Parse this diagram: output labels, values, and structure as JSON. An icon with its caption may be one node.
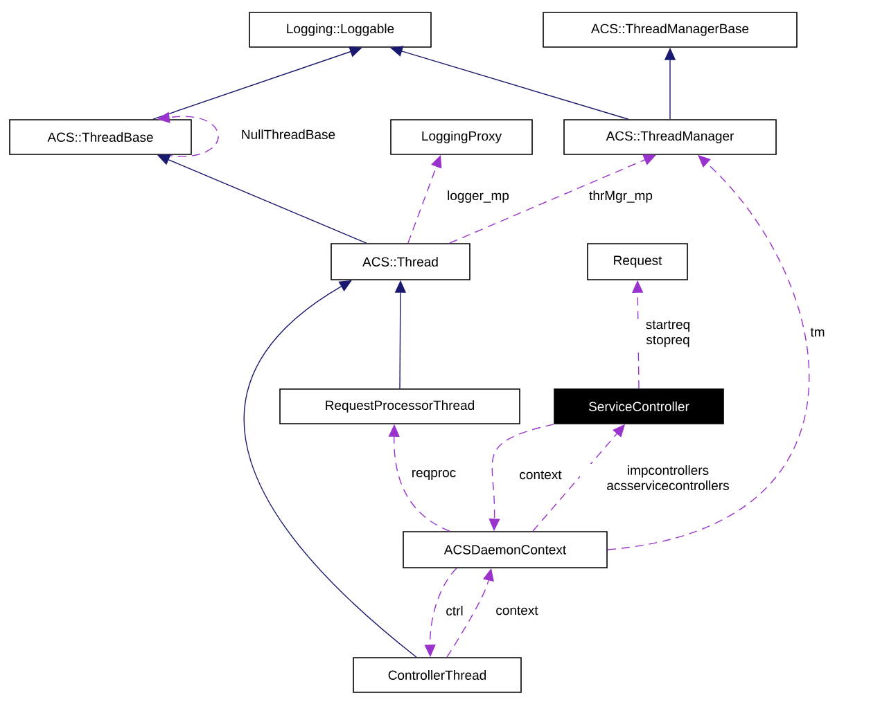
{
  "diagram": {
    "nodes": [
      {
        "text": [
          "Logging::Loggable"
        ]
      },
      {
        "text": [
          "ACS::ThreadManagerBase"
        ]
      },
      {
        "text": [
          "ACS::ThreadBase"
        ]
      },
      {
        "text": [
          "LoggingProxy"
        ]
      },
      {
        "text": [
          "ACS::ThreadManager"
        ]
      },
      {
        "text": [
          "ACS::Thread"
        ]
      },
      {
        "text": [
          "Request"
        ]
      },
      {
        "text": [
          "RequestProcessorThread"
        ]
      },
      {
        "text": [
          "ServiceController"
        ]
      },
      {
        "text": [
          "ACSDaemonContext"
        ]
      },
      {
        "text": [
          "ControllerThread"
        ]
      }
    ],
    "edges": [
      {
        "from": 2,
        "to": 0,
        "arrow": "to",
        "color": "#191970"
      },
      {
        "from": 4,
        "to": 0,
        "arrow": "to",
        "color": "#191970"
      },
      {
        "from": 4,
        "to": 1,
        "arrow": "to",
        "color": "#191970"
      },
      {
        "from": 2,
        "to": 2,
        "arrow": "to",
        "style": "dashed",
        "label": "NullThreadBase"
      },
      {
        "from": 5,
        "to": 2,
        "arrow": "to",
        "color": "#191970"
      },
      {
        "from": 5,
        "to": 3,
        "arrow": "to",
        "style": "dashed",
        "label": "logger_mp"
      },
      {
        "from": 5,
        "to": 4,
        "arrow": "to",
        "style": "dashed",
        "label": "thrMgr_mp"
      },
      {
        "from": 8,
        "to": 6,
        "arrow": "to",
        "style": "dashed",
        "label": "startreq stopreq"
      },
      {
        "from": 9,
        "to": 4,
        "arrow": "to",
        "style": "dashed",
        "label": "tm"
      },
      {
        "from": 7,
        "to": 5,
        "arrow": "to",
        "color": "#191970"
      },
      {
        "from": 9,
        "to": 7,
        "arrow": "to",
        "style": "dashed",
        "label": "reqproc"
      },
      {
        "from": 8,
        "to": 9,
        "arrow": "to",
        "style": "dashed",
        "label": "context"
      },
      {
        "from": 9,
        "to": 8,
        "arrow": "to",
        "style": "dashed",
        "label": "impcontrollers acsservicecontrollers"
      },
      {
        "from": 10,
        "to": 5,
        "arrow": "to",
        "color": "#191970"
      },
      {
        "from": 9,
        "to": 10,
        "arrow": "to",
        "style": "dashed",
        "label": "ctrl"
      },
      {
        "from": 10,
        "to": 9,
        "arrow": "to",
        "style": "dashed",
        "label": "context"
      }
    ]
  }
}
